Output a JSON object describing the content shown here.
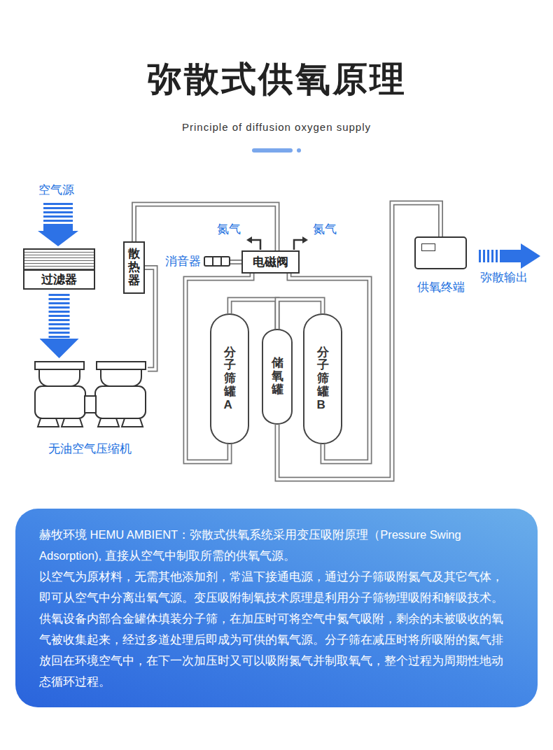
{
  "diagram": {
    "title": "弥散式供氧原理",
    "nodes": [
      {
        "text": [
          "过滤器"
        ]
      },
      {
        "text": [
          "无油空气压缩机"
        ]
      },
      {
        "text": [
          "散热器"
        ]
      },
      {
        "text": [
          "消音器"
        ]
      },
      {
        "text": [
          "电磁阀"
        ]
      },
      {
        "text": [
          "分子筛罐A"
        ]
      },
      {
        "text": [
          "储氧罐"
        ]
      },
      {
        "text": [
          "分子筛罐B"
        ]
      },
      {
        "text": [
          "供氧终端"
        ]
      },
      {
        "text": [
          "赫牧环境 HEMU AMBIENT：弥散式供氧系统采用变压吸附原理（Pressure Swing Adsorption), 直接从空气中制取所需的供氧气源。",
          "以空气为原材料，无需其他添加剂，常温下接通电源，通过分子筛吸附氮气及其它气体，即可从空气中分离出氧气源。变压吸附制氧技术原理是利用分子筛物理吸附和解吸技术。供氧设备内部合金罐体填装分子筛，在加压时可将空气中氮气吸附，剩余的未被吸收的氧气被收集起来，经过多道处理后即成为可供的氧气源。分子筛在减压时将所吸附的氮气排放回在环境空气中，在下一次加压时又可以吸附氮气并制取氧气，整个过程为周期性地动态循环过程。"
        ]
      }
    ],
    "edges": [
      {
        "from": 0,
        "to": 1,
        "arrow": "to"
      },
      {
        "from": 1,
        "to": 2,
        "arrow": "none"
      },
      {
        "from": 2,
        "to": 4,
        "arrow": "none"
      },
      {
        "from": 3,
        "to": 4,
        "arrow": "none"
      },
      {
        "from": 4,
        "to": 5,
        "arrow": "none"
      },
      {
        "from": 4,
        "to": 7,
        "arrow": "none"
      },
      {
        "from": 5,
        "to": 6,
        "arrow": "none"
      },
      {
        "from": 7,
        "to": 6,
        "arrow": "none"
      },
      {
        "from": 6,
        "to": 8,
        "arrow": "none"
      }
    ],
    "labels": [
      "Principle of diffusion oxygen supply",
      "空气源",
      "氮气",
      "氮气",
      "弥散输出"
    ]
  }
}
